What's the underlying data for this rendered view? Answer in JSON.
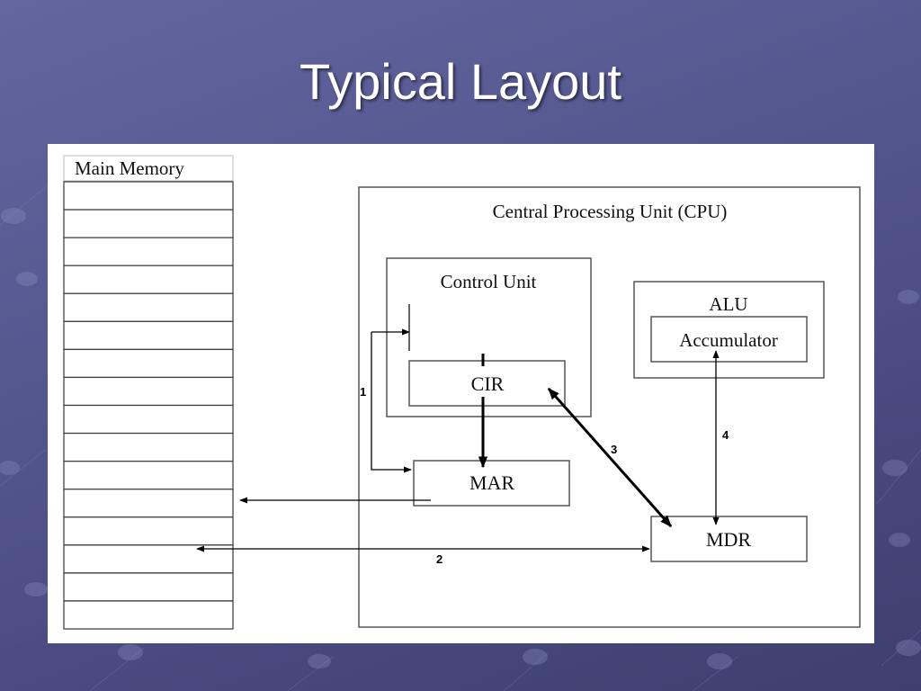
{
  "slide": {
    "title": "Typical Layout",
    "background_color": "#55578f"
  },
  "diagram": {
    "memory_label": "Main Memory",
    "memory_cells": 16,
    "cpu_label": "Central Processing Unit (CPU)",
    "control_unit_label": "Control Unit",
    "cir_label": "CIR",
    "mar_label": "MAR",
    "alu_label": "ALU",
    "accumulator_label": "Accumulator",
    "mdr_label": "MDR",
    "arrow_labels": [
      "1",
      "2",
      "3",
      "4"
    ]
  }
}
